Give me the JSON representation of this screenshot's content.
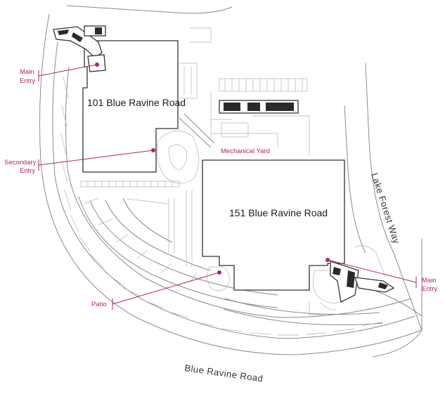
{
  "buildings": {
    "b101": "101 Blue Ravine Road",
    "b151": "151 Blue Ravine Road"
  },
  "labels": {
    "main_entry_left_1": "Main",
    "main_entry_left_2": "Entry",
    "secondary_entry_1": "Secondary",
    "secondary_entry_2": "Entry",
    "mechanical_yard": "Mechanical Yard",
    "patio": "Patio",
    "main_entry_right_1": "Main",
    "main_entry_right_2": "Entry"
  },
  "roads": {
    "lake_forest_way": "Lake Forest Way",
    "blue_ravine_road": "Blue Ravine Road"
  },
  "colors": {
    "accent": "#b5264f",
    "building_outline": "#333333",
    "linework": "#8a8a8a"
  }
}
